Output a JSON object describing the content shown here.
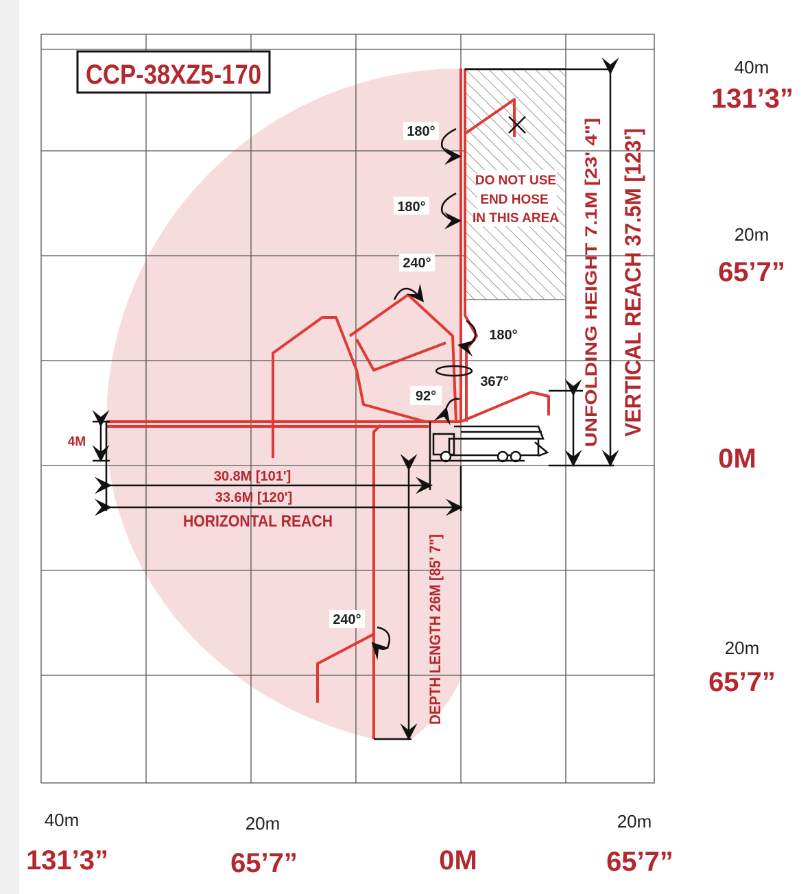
{
  "title": "CCP-38XZ5-170",
  "colors": {
    "accent": "#b3282d",
    "boom": "#e03a35",
    "reach_area": "#f6dcdd"
  },
  "angles": {
    "top1": "180°",
    "top2": "180°",
    "mid": "240°",
    "right": "180°",
    "slew": "367°",
    "base": "92°",
    "lower": "240°"
  },
  "no_hose_area": [
    "DO NOT USE",
    "END HOSE",
    "IN THIS AREA"
  ],
  "dimensions": {
    "left_height": "4M",
    "reach_inner": "30.8M [101']",
    "reach_outer": "33.6M [120']",
    "horizontal_reach": "HORIZONTAL REACH",
    "depth_length": "DEPTH LENGTH 26M [85' 7\"]",
    "unfolding_height": "UNFOLDING HEIGHT 7.1M [23' 4\"]",
    "vertical_reach": "VERTICAL REACH 37.5M [123']"
  },
  "right_scale": [
    {
      "metric": "40m",
      "imperial": "131’3”"
    },
    {
      "metric": "20m",
      "imperial": "65’7”"
    },
    {
      "metric": "",
      "imperial": "0M"
    },
    {
      "metric": "20m",
      "imperial": "65’7”"
    }
  ],
  "bottom_scale": [
    {
      "metric": "40m",
      "imperial": "131’3”"
    },
    {
      "metric": "20m",
      "imperial": "65’7”"
    },
    {
      "metric": "",
      "imperial": "0M"
    },
    {
      "metric": "20m",
      "imperial": "65’7”"
    }
  ]
}
